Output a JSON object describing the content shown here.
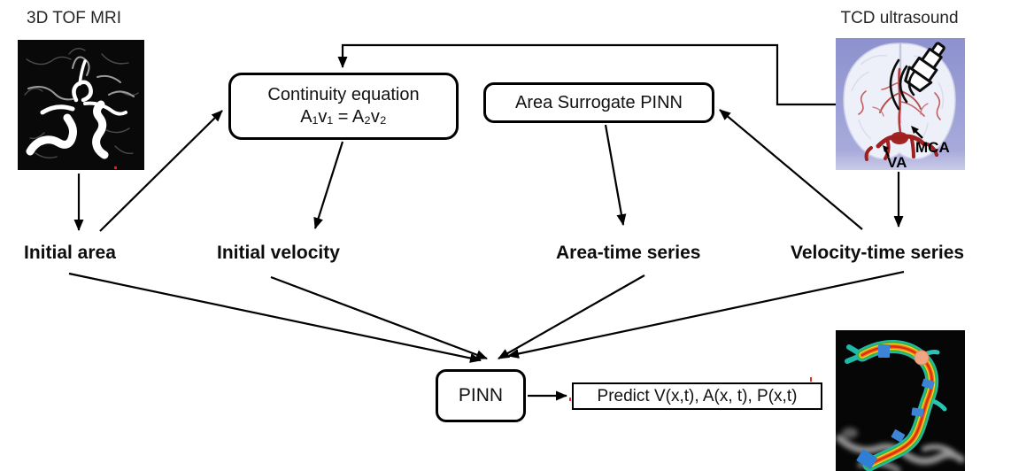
{
  "titles": {
    "mri": "3D TOF MRI",
    "tcd": "TCD ultrasound"
  },
  "boxes": {
    "continuity_line1": "Continuity equation",
    "continuity_line2": "A₁v₁ = A₂v₂",
    "area_surrogate": "Area Surrogate PINN",
    "pinn": "PINN",
    "predict": "Predict V(x,t), A(x, t), P(x,t)"
  },
  "labels": {
    "initial_area": "Initial area",
    "initial_velocity": "Initial velocity",
    "area_time_series": "Area-time series",
    "velocity_time_series": "Velocity-time series"
  },
  "annotations": {
    "mca": "MCA",
    "va": "VA"
  },
  "colors": {
    "arrow": "#000000",
    "text": "#1a1a1a",
    "tcd_background": "#8e92cf",
    "brain_fill": "#eef0f9",
    "vessel_red": "#b23a3a",
    "vessel_dark_red": "#9e2020",
    "flow_outer_teal": "#1fb9a8",
    "flow_green": "#3cb043",
    "flow_yellow": "#f5d327",
    "flow_orange": "#f07818",
    "flow_core_red": "#e02d10",
    "marker_blue": "#3c85d6",
    "sphere_peach": "#f2a583"
  }
}
